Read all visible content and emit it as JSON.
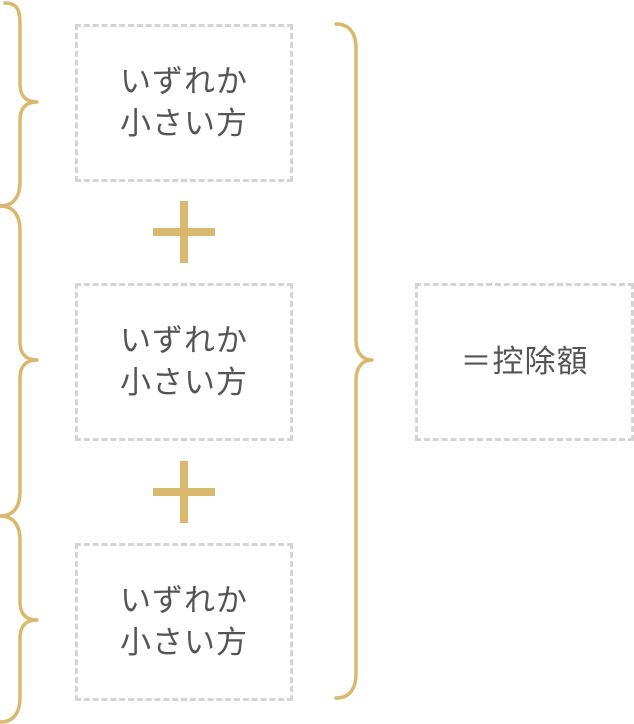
{
  "accent_color": "#d8b96e",
  "terms": [
    {
      "line1": "いずれか",
      "line2": "小さい方"
    },
    {
      "line1": "いずれか",
      "line2": "小さい方"
    },
    {
      "line1": "いずれか",
      "line2": "小さい方"
    }
  ],
  "operator_icon": "plus-icon",
  "result": {
    "label": "＝控除額"
  }
}
